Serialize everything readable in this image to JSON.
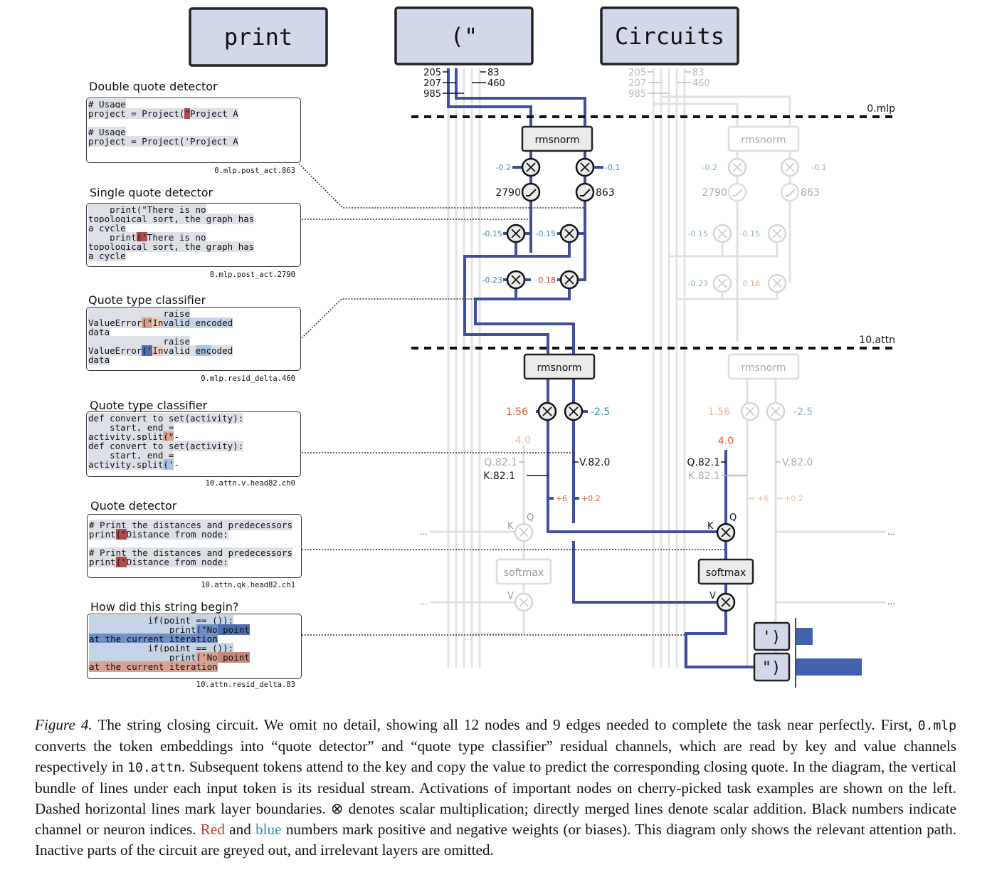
{
  "tokens": [
    {
      "text": "print",
      "active": false
    },
    {
      "text": "(\"",
      "active": true
    },
    {
      "text": "Circuits",
      "active": false
    }
  ],
  "residual_channels": {
    "left_labels": [
      "205",
      "207",
      "985"
    ],
    "right_labels": [
      "83",
      "460"
    ]
  },
  "layers": [
    {
      "name": "0.mlp"
    },
    {
      "name": "10.attn"
    }
  ],
  "mlp": {
    "norm_label": "rmsnorm",
    "input_weights": [
      "-0.2",
      "-0.1"
    ],
    "neurons": [
      "2790",
      "863"
    ],
    "out_weights_row1": [
      "-0.15",
      "-0.15"
    ],
    "out_weights_row2": [
      "-0.23",
      "0.18"
    ]
  },
  "attn": {
    "norm_label": "rmsnorm",
    "in_weights": [
      "1.56",
      "-2.5"
    ],
    "q_bias": "4.0",
    "channels": {
      "q": "Q.82.1",
      "k": "K.82.1",
      "v": "V.82.0"
    },
    "biases": [
      "+6",
      "+0.2"
    ],
    "k_label": "K",
    "q_label": "Q",
    "v_label": "V",
    "softmax_label": "softmax",
    "ellipsis": "..."
  },
  "outputs": {
    "items": [
      {
        "label": "')",
        "prob": 0.25
      },
      {
        "label": "\")",
        "prob": 1.0
      }
    ]
  },
  "panels": [
    {
      "title": "Double quote detector",
      "caption": "0.mlp.post_act.863"
    },
    {
      "title": "Single quote detector",
      "caption": "0.mlp.post_act.2790"
    },
    {
      "title": "Quote type classifier",
      "caption": "0.mlp.resid_delta.460"
    },
    {
      "title": "Quote type classifier",
      "caption": "10.attn.v.head82.ch0"
    },
    {
      "title": "Quote detector",
      "caption": "10.attn.qk.head82.ch1"
    },
    {
      "title": "How did this string begin?",
      "caption": "10.attn.resid_delta.83"
    }
  ],
  "panel_text": {
    "p1": {
      "l1": "# Usage",
      "l2a": "project = Project(",
      "l2q": "\"",
      "l2b": "Project A",
      "l3": "# Usage",
      "l4a": "project = Project(",
      "l4q": "'",
      "l4b": "Project A"
    },
    "p2": {
      "l1": "    print(\"There is no",
      "l2": "topological sort, the graph has",
      "l3": "a cycle",
      "l4a": "    print",
      "l4q": "('",
      "l4b": "There is no",
      "l5": "topological sort, the graph has",
      "l6": "a cycle"
    },
    "p3": {
      "l1": "              raise",
      "l2a": "ValueError",
      "l2q": "(\"",
      "l2b": "In",
      "l2c": "valid encoded",
      "l3": "data",
      "l4": "              raise",
      "l5a": "ValueError",
      "l5q": "('",
      "l5b": "In",
      "l5c": "valid ",
      "l5d": "enc",
      "l5e": "oded",
      "l6": "data"
    },
    "p4": {
      "l1": "def convert to set(activity):",
      "l2": "    start, end =",
      "l3a": "activity.split",
      "l3q": "(\"",
      "l3b": "-",
      "l4": "def convert to set(activity):",
      "l5": "    start, end =",
      "l6a": "activity.split",
      "l6q": "('",
      "l6b": "-"
    },
    "p5": {
      "l1": "# Print the distances and predecessors",
      "l2a": "print",
      "l2q": "(\"",
      "l2b": "Distance from node:",
      "l3": "# Print the distances and predecessors",
      "l4a": "print",
      "l4q": "('",
      "l4b": "Distance from node:"
    },
    "p6": {
      "l1": "           if(point == ()):",
      "l2a": "               print",
      "l2q": "(\"No",
      "l2b": " point",
      "l3": "at the current iteration",
      "l4": "           if(point == ()):",
      "l5a": "               print",
      "l5q": "('No",
      "l5b": " point",
      "l6": "at the current iteration"
    }
  },
  "caption": {
    "figure_label": "Figure 4.",
    "s1": " The string closing circuit. We omit no detail, showing all 12 nodes and 9 edges needed to complete the task near perfectly. First, ",
    "code1": "0.mlp",
    "s2": " converts the token embeddings into “quote detector” and “quote type classifier” residual channels, which are read by key and value channels respectively in ",
    "code2": "10.attn",
    "s3": ". Subsequent tokens attend to the key and copy the value to predict the corresponding closing quote. In the diagram, the vertical bundle of lines under each input token is its residual stream. Activations of important nodes on cherry-picked task examples are shown on the left. Dashed horizontal lines mark layer boundaries. ⊗ denotes scalar multiplication; directly merged lines denote scalar addition. Black numbers indicate channel or neuron indices. ",
    "red_word": "Red",
    "s4": " and ",
    "blue_word": "blue",
    "s5": " numbers mark positive and negative weights (or biases). This diagram only shows the relevant attention path. Inactive parts of the circuit are greyed out, and irrelevant layers are omitted."
  },
  "colors": {
    "active_edge": "#3f4fa0",
    "inactive_edge": "#e2e2e2",
    "token_fill": "#d3d7ea",
    "positive": "#c0392b",
    "negative": "#2f8fb5",
    "bar": "#4162ac"
  }
}
